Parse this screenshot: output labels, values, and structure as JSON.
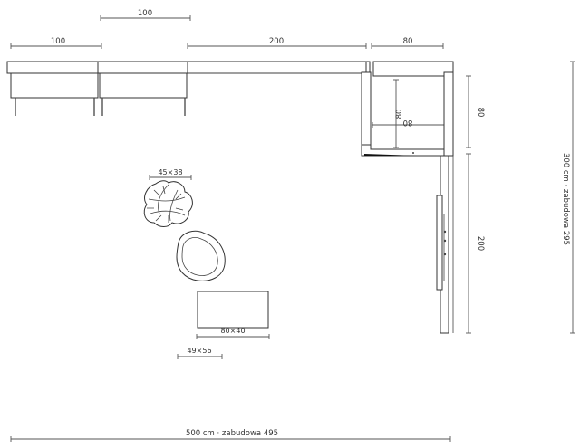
{
  "dimensions": {
    "top_100_upper": "100",
    "top_100_lower": "100",
    "top_200": "200",
    "top_80": "80",
    "right_80": "80",
    "right_200": "200",
    "inner_80_vertical": "80",
    "inner_80_horizontal": "80",
    "total_width": "500 cm · zabudowa 495",
    "total_height": "300 cm · zabudowa 295",
    "plant": "45×38",
    "table": "80×40",
    "chair": "49×56"
  }
}
